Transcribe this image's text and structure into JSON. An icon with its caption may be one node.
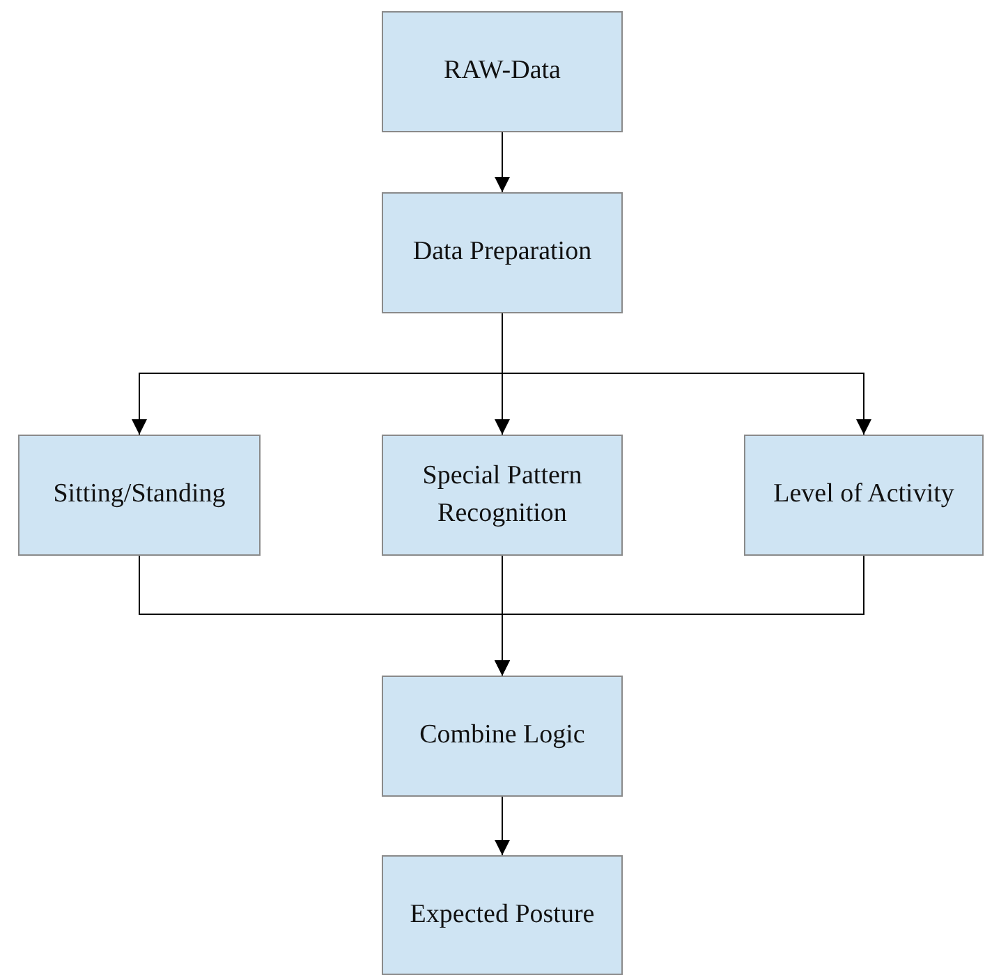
{
  "diagram": {
    "nodes": [
      {
        "text": [
          "RAW-Data"
        ]
      },
      {
        "text": [
          "Data Preparation"
        ]
      },
      {
        "text": [
          "Sitting/Standing"
        ]
      },
      {
        "text": [
          "Special Pattern Recognition"
        ]
      },
      {
        "text": [
          "Level of Activity"
        ]
      },
      {
        "text": [
          "Combine Logic"
        ]
      },
      {
        "text": [
          "Expected Posture"
        ]
      }
    ],
    "edges": [
      {
        "from": 0,
        "to": 1,
        "arrow": "to"
      },
      {
        "from": 1,
        "to": 2,
        "arrow": "to"
      },
      {
        "from": 1,
        "to": 3,
        "arrow": "to"
      },
      {
        "from": 1,
        "to": 4,
        "arrow": "to"
      },
      {
        "from": 2,
        "to": 5,
        "arrow": "to"
      },
      {
        "from": 3,
        "to": 5,
        "arrow": "to"
      },
      {
        "from": 4,
        "to": 5,
        "arrow": "to"
      },
      {
        "from": 5,
        "to": 6,
        "arrow": "to"
      }
    ]
  }
}
